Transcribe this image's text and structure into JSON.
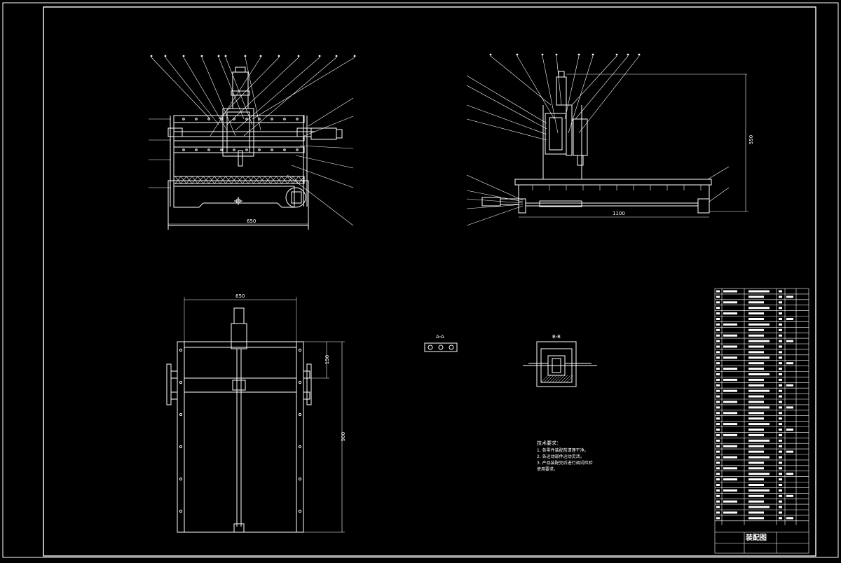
{
  "drawing": {
    "background": "#000000",
    "line_color": "#ffffff",
    "title": "装配图",
    "section_labels": {
      "a": "A-A",
      "b": "B-B"
    },
    "notes": {
      "heading": "技术要求：",
      "items": [
        "1. 各零件装配前清理干净。",
        "2. 各运动部件运动灵活。",
        "3. 产品装配完后进行调试检验",
        "使用要求。"
      ]
    },
    "dimensions": {
      "front_width": "650",
      "side_length": "1100",
      "top_width": "650",
      "side_height": "550",
      "top_height": "900",
      "top_offset": "150"
    }
  }
}
